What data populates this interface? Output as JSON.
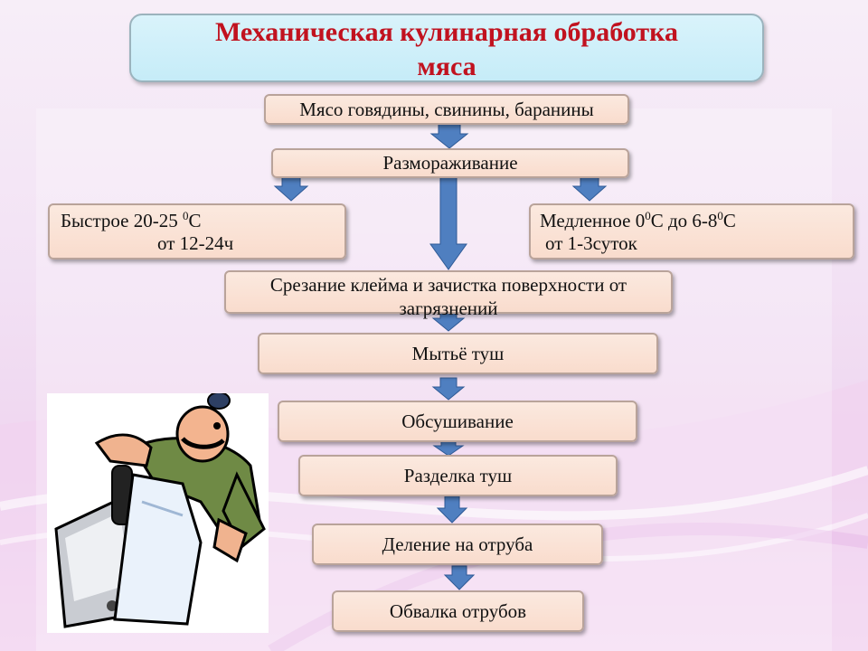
{
  "title": {
    "line1": "Механическая кулинарная обработка",
    "line2": "мяса"
  },
  "steps": {
    "meat": "Мясо говядины, свинины, баранины",
    "thawing": "Размораживание",
    "fast_line1": "Быстрое 20-25",
    "fast_deg": "0",
    "fast_c": "С",
    "fast_line2": "от 12-24ч",
    "slow_a": "Медленное 0",
    "slow_deg1": "0",
    "slow_b": "С до 6-8",
    "slow_deg2": "0",
    "slow_c": "С",
    "slow_line2": "от 1-3суток",
    "trim_line1": "Срезание клейма и зачистка поверхности от",
    "trim_line2": "загрязнений",
    "wash": "Мытьё туш",
    "dry": "Обсушивание",
    "cut": "Разделка туш",
    "divide": "Деление на отруба",
    "debone": "Обвалка отрубов"
  },
  "image": {
    "icon": "chef-with-cleaver",
    "signature": "allrightwatermark"
  },
  "colors": {
    "title_text": "#c1121f",
    "arrow": "#4f7fc0",
    "box": "#f9dccd",
    "title_box": "#c6ecf8"
  }
}
